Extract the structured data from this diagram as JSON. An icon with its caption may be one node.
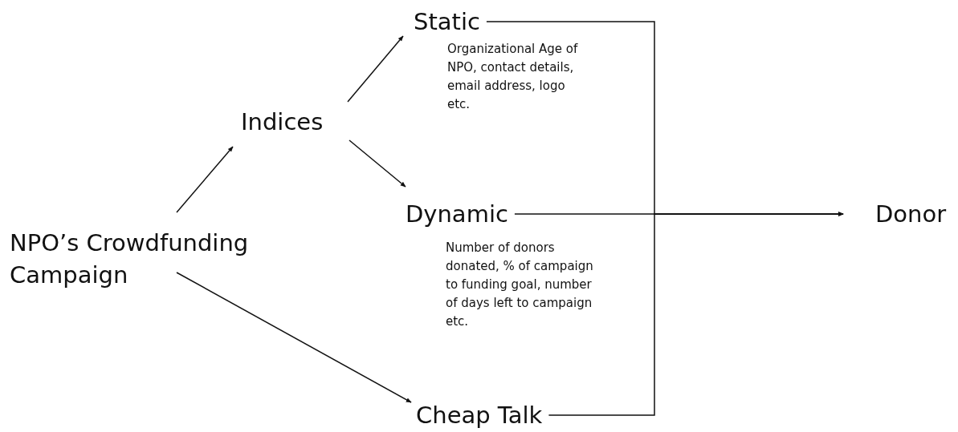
{
  "diagram": {
    "nodes": [
      {
        "text": [
          "NPO’s Crowdfunding Campaign"
        ]
      },
      {
        "text": [
          "Indices"
        ]
      },
      {
        "text": [
          "Static"
        ],
        "beside": [
          "Organizational Age of NPO, contact details, email address, logo etc."
        ]
      },
      {
        "text": [
          "Dynamic"
        ],
        "beside": [
          "Number of donors donated, % of campaign to funding goal, number of days left to campaign etc."
        ]
      },
      {
        "text": [
          "Cheap Talk"
        ]
      },
      {
        "text": [
          "Donor"
        ]
      }
    ],
    "edges": [
      {
        "from": 0,
        "to": 1,
        "arrow": "to"
      },
      {
        "from": 1,
        "to": 2,
        "arrow": "to"
      },
      {
        "from": 1,
        "to": 3,
        "arrow": "to"
      },
      {
        "from": 0,
        "to": 4,
        "arrow": "to"
      },
      {
        "from": 3,
        "to": 5,
        "arrow": "to"
      },
      {
        "from": 2,
        "to": 5,
        "arrow": "to"
      },
      {
        "from": 4,
        "to": 5,
        "arrow": "to"
      }
    ]
  }
}
